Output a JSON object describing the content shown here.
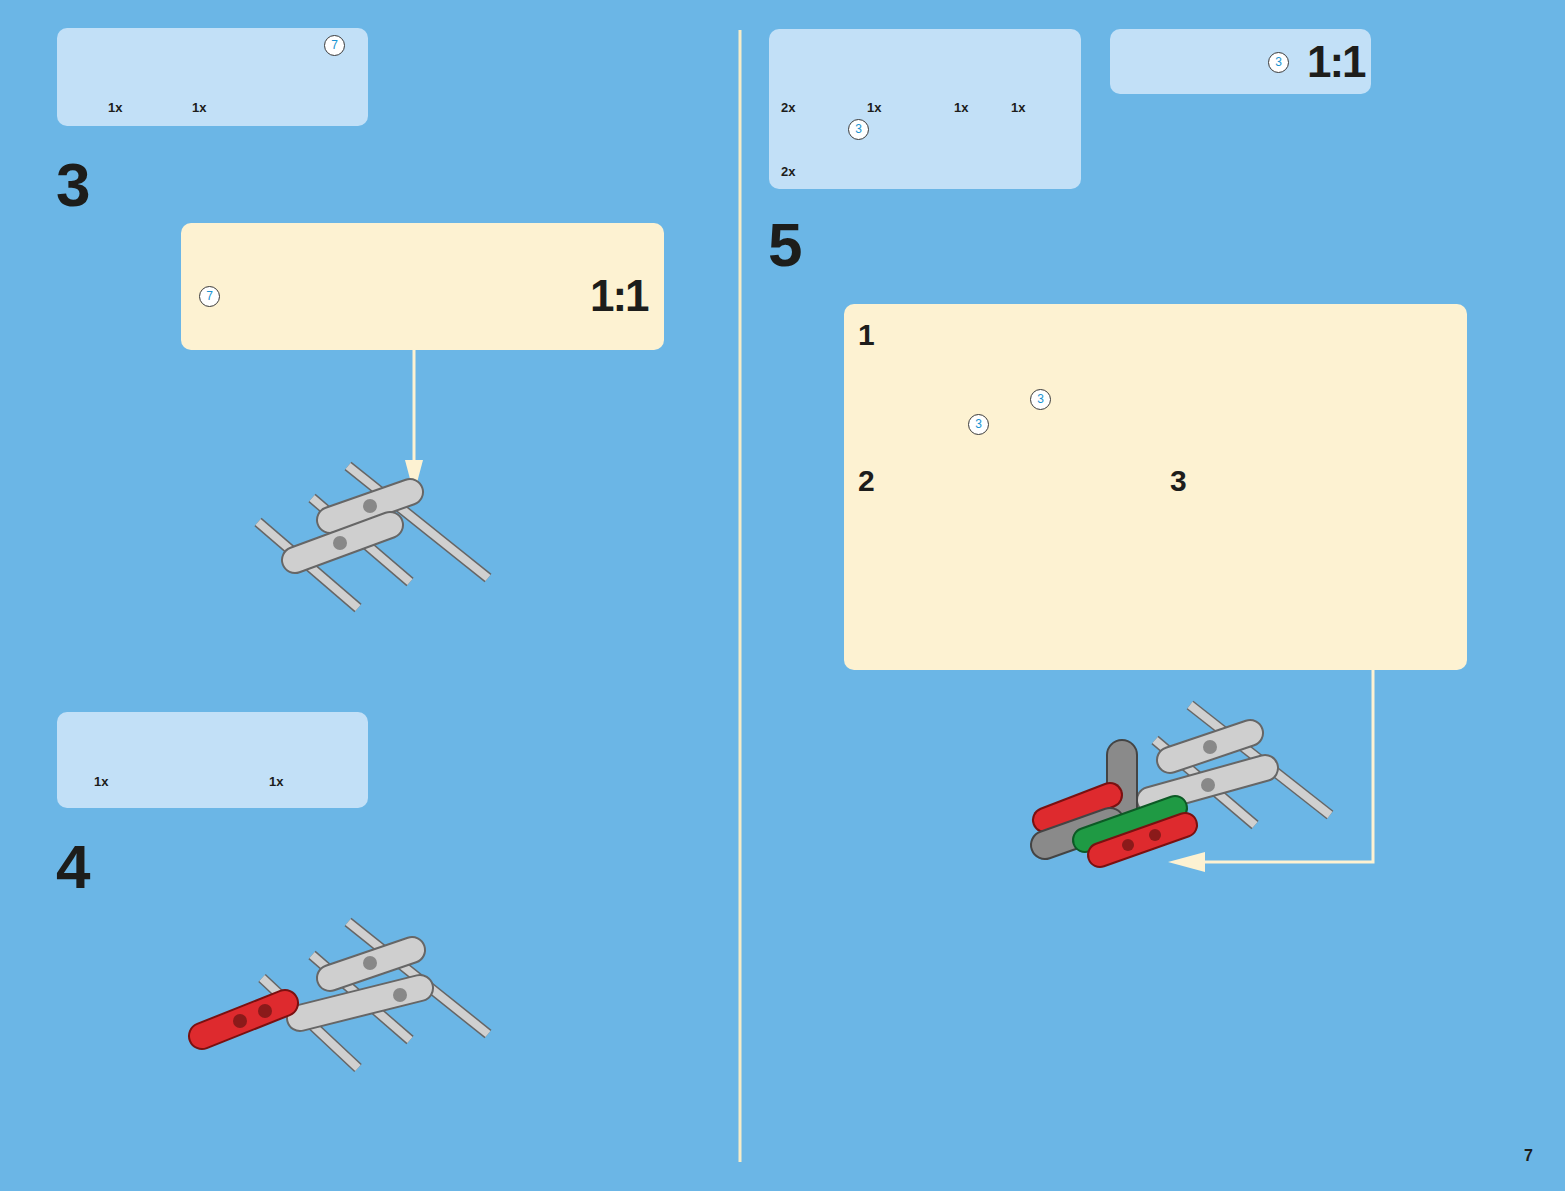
{
  "diagram": {
    "nodes": [
      {
        "text": [
          "1x",
          "1x",
          "7"
        ]
      },
      {
        "text": [
          "7",
          "1:1"
        ]
      },
      {
        "text": [
          "1x",
          "1x"
        ]
      },
      {
        "text": [
          "2x",
          "1x",
          "1x",
          "1x",
          "2x",
          "3"
        ]
      },
      {
        "text": [
          "3",
          "1:1"
        ]
      },
      {
        "text": [
          "1",
          "3",
          "3",
          "2",
          "3"
        ]
      }
    ],
    "labels": [
      "3",
      "4",
      "5",
      "7"
    ]
  }
}
